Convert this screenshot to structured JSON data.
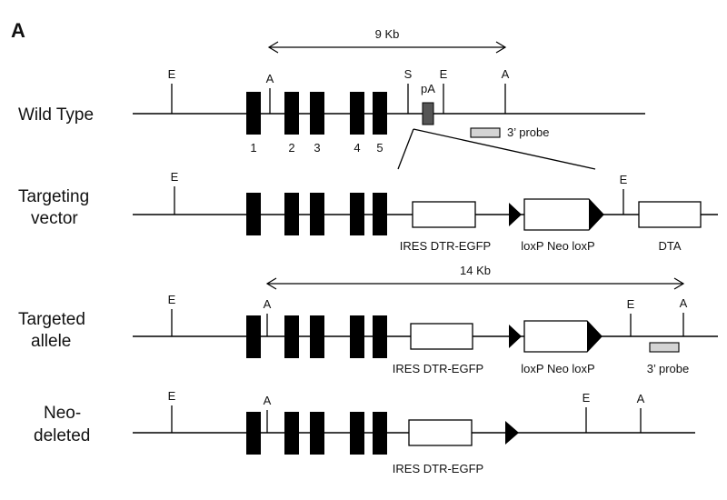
{
  "panel_label": "A",
  "rows": {
    "wild_type": "Wild Type",
    "targeting_vector_1": "Targeting",
    "targeting_vector_2": "vector",
    "targeted_allele_1": "Targeted",
    "targeted_allele_2": "allele",
    "neo_deleted_1": "Neo-",
    "neo_deleted_2": "deleted"
  },
  "sites": {
    "E": "E",
    "A": "A",
    "S": "S"
  },
  "exons": [
    "1",
    "2",
    "3",
    "4",
    "5"
  ],
  "features": {
    "pA": "pA",
    "probe": "3’ probe",
    "ires_dtr_egfp": "IRES DTR-EGFP",
    "loxp_neo_loxp": "loxP Neo loxP",
    "dta": "DTA"
  },
  "distances": {
    "wild_type": "9 Kb",
    "targeted": "14 Kb"
  }
}
